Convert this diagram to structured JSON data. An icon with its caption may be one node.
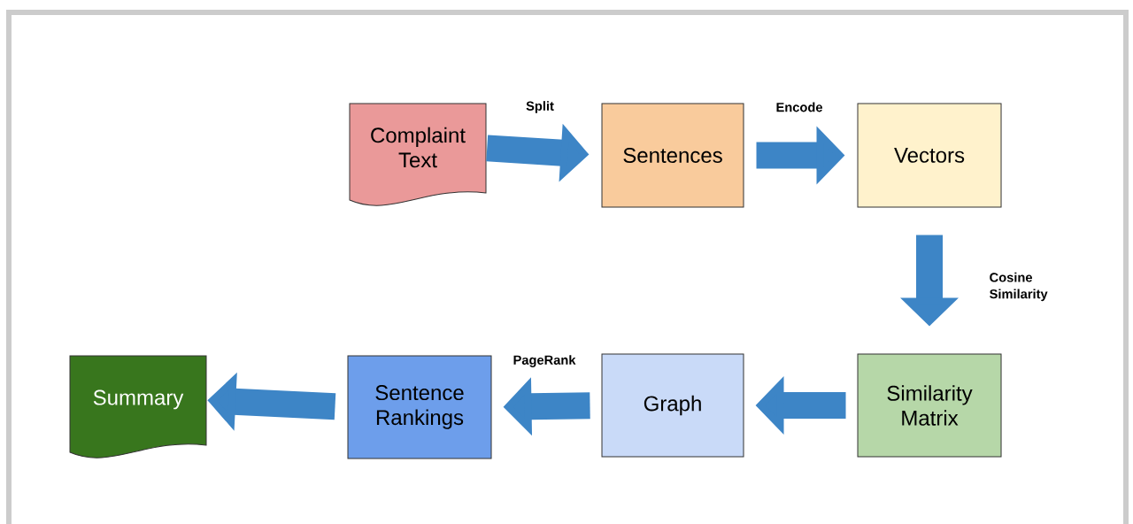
{
  "diagram": {
    "nodes": [
      {
        "text": [
          "Complaint Text"
        ]
      },
      {
        "text": [
          "Sentences"
        ]
      },
      {
        "text": [
          "Vectors"
        ]
      },
      {
        "text": [
          "Similarity Matrix"
        ]
      },
      {
        "text": [
          "Graph"
        ]
      },
      {
        "text": [
          "Sentence Rankings"
        ]
      },
      {
        "text": [
          "Summary"
        ]
      }
    ],
    "edges": [
      {
        "from": 0,
        "to": 1,
        "arrow": "to",
        "label": "Split"
      },
      {
        "from": 1,
        "to": 2,
        "arrow": "to",
        "label": "Encode"
      },
      {
        "from": 2,
        "to": 3,
        "arrow": "to",
        "label": "Cosine Similarity"
      },
      {
        "from": 3,
        "to": 4,
        "arrow": "to"
      },
      {
        "from": 4,
        "to": 5,
        "arrow": "to",
        "label": "PageRank"
      },
      {
        "from": 5,
        "to": 6,
        "arrow": "to"
      }
    ]
  }
}
